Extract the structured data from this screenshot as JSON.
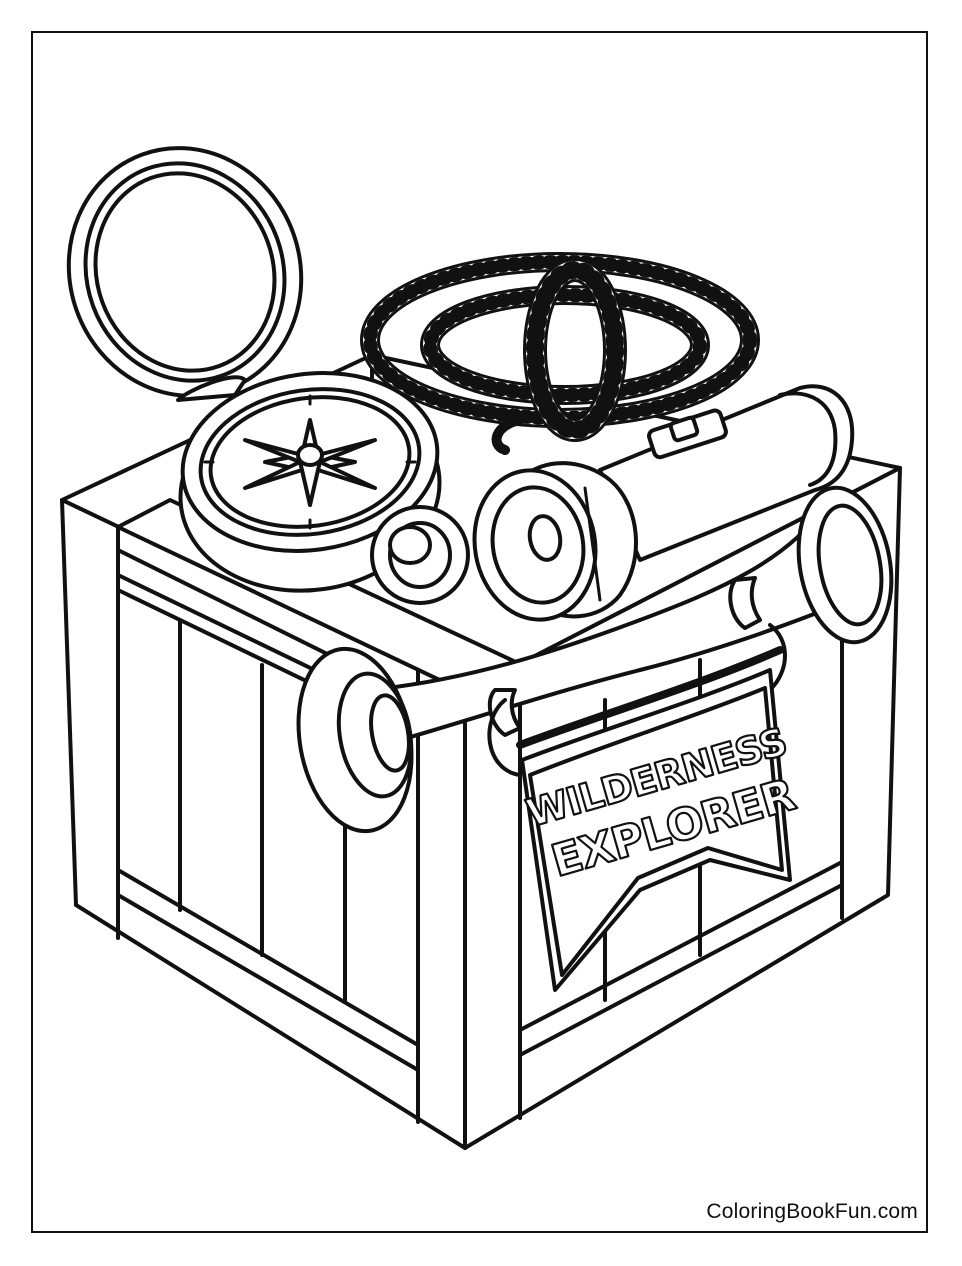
{
  "banner": {
    "line1": "WILDERNESS",
    "line2": "EXPLORER"
  },
  "credit": "ColoringBookFun.com",
  "colors": {
    "ink": "#111111",
    "paper": "#ffffff"
  }
}
